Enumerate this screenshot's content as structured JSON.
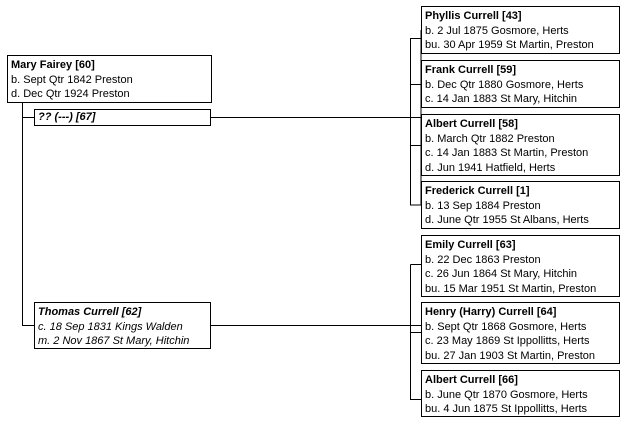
{
  "root": {
    "name": "Mary Fairey [60]",
    "lines": [
      "b. Sept Qtr 1842 Preston",
      "d. Dec Qtr 1924 Preston"
    ]
  },
  "spouses": [
    {
      "name": "?? (---) [67]",
      "lines": [],
      "children": [
        {
          "name": "Phyllis Currell [43]",
          "lines": [
            "b. 2 Jul 1875 Gosmore, Herts",
            "bu. 30 Apr 1959 St Martin, Preston"
          ]
        },
        {
          "name": "Frank Currell [59]",
          "lines": [
            "b. Dec Qtr 1880 Gosmore, Herts",
            "c. 14 Jan 1883 St Mary, Hitchin"
          ]
        },
        {
          "name": "Albert Currell [58]",
          "lines": [
            "b. March Qtr 1882 Preston",
            "c. 14 Jan 1883 St Martin, Preston",
            "d. Jun 1941 Hatfield, Herts"
          ]
        },
        {
          "name": "Frederick Currell [1]",
          "lines": [
            "b. 13 Sep 1884 Preston",
            "d. June Qtr 1955 St Albans, Herts"
          ]
        }
      ]
    },
    {
      "name": "Thomas Currell [62]",
      "lines": [
        "c. 18 Sep 1831 Kings Walden",
        "m. 2 Nov 1867 St Mary, Hitchin"
      ],
      "children": [
        {
          "name": "Emily Currell [63]",
          "lines": [
            "b. 22 Dec 1863 Preston",
            "c. 26 Jun 1864 St Mary, Hitchin",
            "bu. 15 Mar 1951 St Martin, Preston"
          ]
        },
        {
          "name": "Henry (Harry) Currell [64]",
          "lines": [
            "b. Sept Qtr 1868 Gosmore, Herts",
            "c. 23 May 1869 St Ippollitts, Herts",
            "bu. 27 Jan 1903 St Martin, Preston"
          ]
        },
        {
          "name": "Albert Currell [66]",
          "lines": [
            "b. June Qtr 1870 Gosmore, Herts",
            "bu. 4 Jun 1875 St Ippollitts, Herts"
          ]
        }
      ]
    }
  ]
}
